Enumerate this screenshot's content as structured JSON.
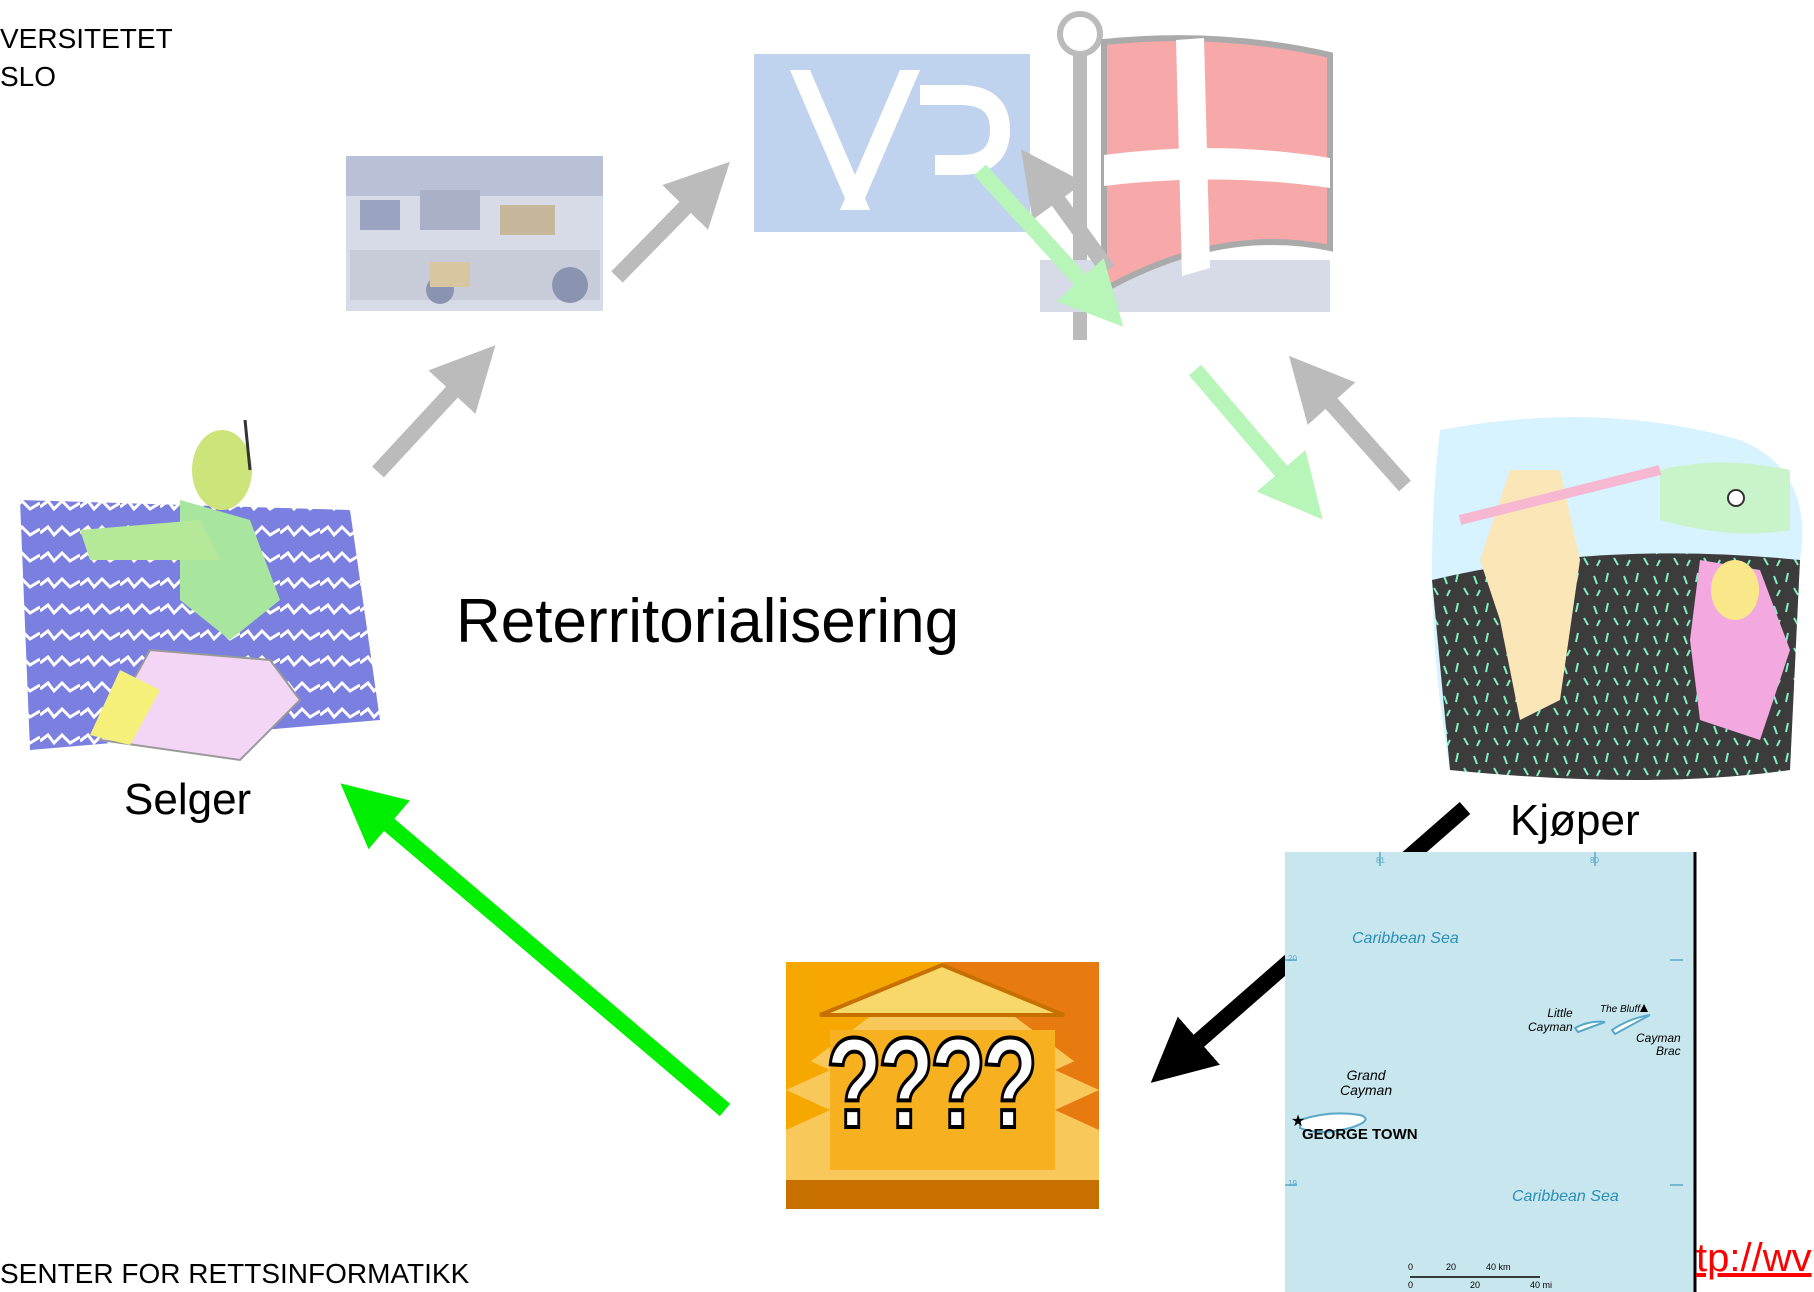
{
  "header": {
    "university_line1": "VERSITETET",
    "university_line2": "SLO"
  },
  "slide": {
    "title": "Reterritorialisering",
    "seller_label": "Selger",
    "buyer_label": "Kjøper",
    "question_marks": "????",
    "footer": "SENTER FOR RETTSINFORMATIKK",
    "link_fragment": "tp://wv"
  },
  "map": {
    "sea_top": "Caribbean Sea",
    "sea_bottom": "Caribbean Sea",
    "little_cayman": [
      "Little",
      "Cayman"
    ],
    "the_bluff": "The Bluff",
    "cayman_brac": [
      "Cayman",
      "Brac"
    ],
    "grand_cayman": [
      "Grand",
      "Cayman"
    ],
    "capital": "GEORGE TOWN",
    "ticks": {
      "lon_left": "81",
      "lon_right": "80",
      "lat_top": "20",
      "lat_bottom": "19"
    },
    "scale": {
      "km0": "0",
      "km20": "20",
      "km40": "40 km",
      "mi0": "0",
      "mi20": "20",
      "mi40": "40 mi"
    }
  },
  "colors": {
    "arrow_gray": "#bbbbbb",
    "arrow_green": "#00ee00",
    "arrow_lightgreen": "#b8f5b8",
    "arrow_black": "#000000",
    "map_water": "#c8e6ee",
    "flag_red": "#f7a8a8",
    "link_red": "#ff0000"
  },
  "icons": [
    "seller-clipart",
    "trading-floor-photo",
    "vp-logo",
    "danish-flag",
    "golfers-clipart",
    "bank-building-clipart",
    "cayman-islands-map"
  ]
}
